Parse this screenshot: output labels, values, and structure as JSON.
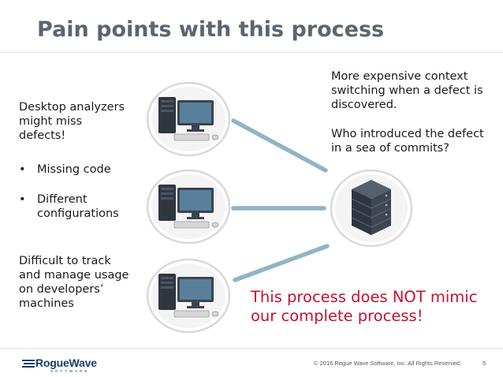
{
  "slide": {
    "title": "Pain points with this process",
    "left": {
      "analyzers": [
        "Desktop analyzers",
        "might miss",
        "defects!"
      ],
      "bullets": [
        {
          "marker": "•",
          "lines": [
            "Missing code"
          ]
        },
        {
          "marker": "•",
          "lines": [
            "Different",
            "configurations"
          ]
        }
      ],
      "tracking": [
        "Difficult to track",
        "and manage usage",
        "on developers’",
        "machines"
      ]
    },
    "right": {
      "context": [
        "More expensive context",
        "switching when a defect is",
        "discovered."
      ],
      "question": [
        "Who introduced the defect",
        "in a sea of commits?"
      ]
    },
    "callout": [
      "This process does NOT mimic",
      "our complete process!"
    ],
    "icons": {
      "desktop_icon": "desktop-computer-icon",
      "server_icon": "server-rack-icon"
    },
    "colors": {
      "title": "#5b6670",
      "callout": "#c8102e",
      "connector": "#8fb4c6",
      "brand": "#143d6b"
    }
  },
  "footer": {
    "logo_text": "RogueWave",
    "logo_subtext": "SOFTWARE",
    "copyright": "© 2016 Rogue Wave Software, Inc. All Rights Reserved.",
    "page_number": "5"
  }
}
